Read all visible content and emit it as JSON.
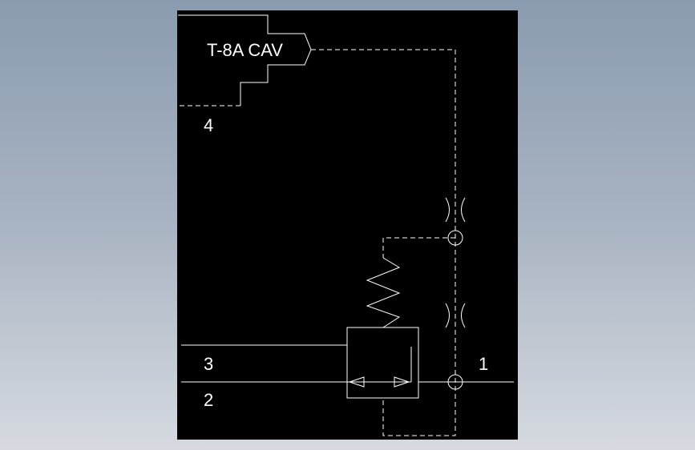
{
  "cartridge_label": "T-8A CAV",
  "ports": {
    "port_1": "1",
    "port_2": "2",
    "port_3": "3",
    "port_4": "4"
  },
  "colors": {
    "background": "#000000",
    "lines": "#ffffff"
  }
}
